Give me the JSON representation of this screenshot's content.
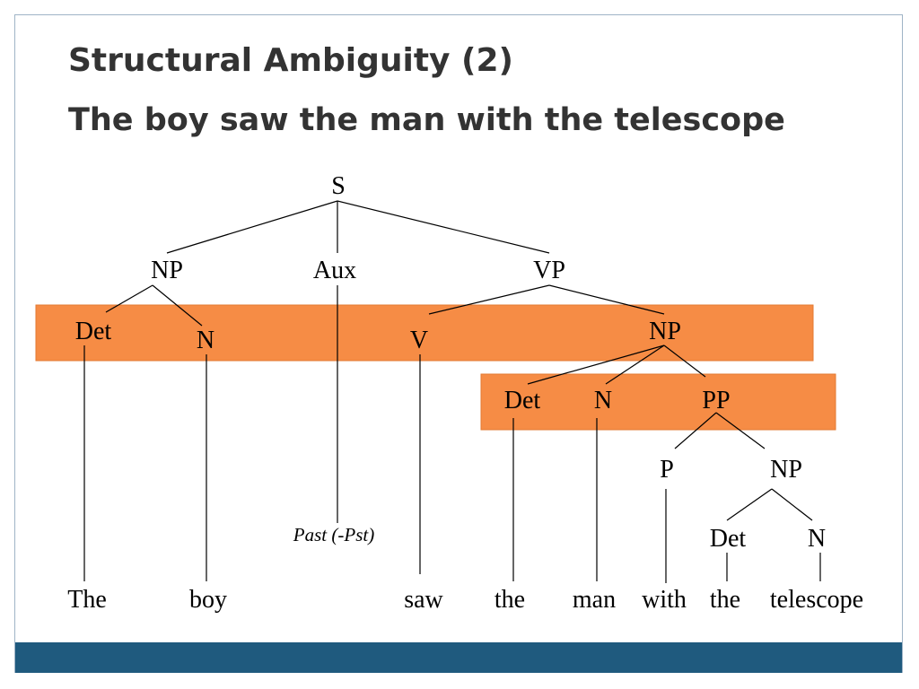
{
  "slide": {
    "title": "Structural Ambiguity (2)",
    "subtitle": "The boy saw the man with the telescope"
  },
  "colors": {
    "highlight": "#f68c45",
    "footer_bar": "#1f5a7e",
    "text": "#333333"
  },
  "tree": {
    "nodes": {
      "s": "S",
      "np_subject": "NP",
      "aux": "Aux",
      "vp": "VP",
      "det_subject": "Det",
      "n_subject": "N",
      "v": "V",
      "np_object": "NP",
      "det_object": "Det",
      "n_object": "N",
      "pp": "PP",
      "p": "P",
      "np_pp": "NP",
      "det_pp": "Det",
      "n_pp": "N"
    },
    "aux_annotation": "Past (-Pst)",
    "words": {
      "w1": "The",
      "w2": "boy",
      "w3": "saw",
      "w4": "the",
      "w5": "man",
      "w6": "with",
      "w7": "the",
      "w8": "telescope"
    }
  }
}
